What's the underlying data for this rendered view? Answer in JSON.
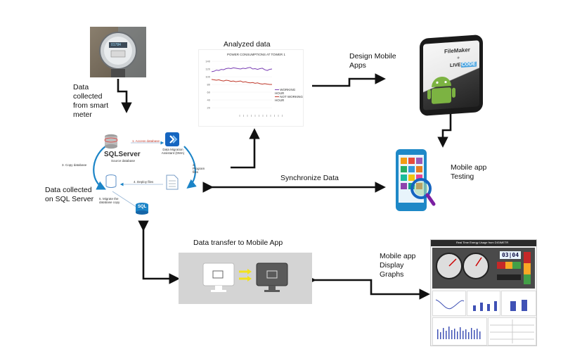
{
  "labels": {
    "smart_meter": "Data collected from smart meter",
    "analyzed": "Analyzed data",
    "design_apps": "Design Mobile Apps",
    "mobile_testing": "Mobile app Testing",
    "synchronize": "Synchronize Data",
    "sql_collected": "Data collected on SQL Server",
    "transfer": "Data transfer to Mobile App",
    "display": "Mobile app Display Graphs"
  },
  "chart": {
    "title": "POWER CONSUMPTIONS AT TOWER 1",
    "legend": [
      "WORKING HOUR",
      "NOT WORKING HOUR"
    ]
  },
  "chart_data": {
    "type": "line",
    "title": "POWER CONSUMPTIONS AT TOWER 1",
    "ylim": [
      20,
      140
    ],
    "yticks": [
      "140",
      "120",
      "100",
      "80",
      "60",
      "40",
      "20"
    ],
    "series": [
      {
        "name": "WORKING HOUR",
        "color": "#7b3fb5",
        "values": [
          113,
          114,
          117,
          116,
          119,
          118,
          121,
          122,
          121,
          123,
          122,
          121,
          120,
          122,
          121,
          123,
          124,
          120,
          121,
          119,
          121,
          122,
          118,
          116,
          119,
          120
        ]
      },
      {
        "name": "NOT WORKING HOUR",
        "color": "#c0392b",
        "values": [
          93,
          92,
          91,
          92,
          90,
          89,
          91,
          90,
          88,
          89,
          87,
          88,
          89,
          86,
          87,
          85,
          84,
          85,
          83,
          84,
          82,
          81,
          82,
          81,
          80,
          80
        ]
      }
    ]
  },
  "sql": {
    "brand": "SQLServer",
    "source": "Source database",
    "step1": "1. Access database",
    "step2": "2. Program files",
    "step3": "3. Copy database",
    "step4": "4. Deploy files",
    "step5": "5. Migrate the database copy",
    "migration": "Data Migration Assistant (DMA)",
    "badge": "SQL"
  },
  "filemaker": {
    "brand": "FileMaker",
    "plus": "+",
    "livecode_a": "LIVE",
    "livecode_b": "CODE"
  },
  "meter": {
    "reading": "01784"
  },
  "dashboard": {
    "title": "Real Time Energy Usage from DIGIMETR",
    "digital": "03|04"
  },
  "colors": {
    "arrow": "#111111",
    "transfer_bg": "#d4d4d4",
    "yellow_arrow": "#f2e21c",
    "sql_blue": "#1b84c7"
  }
}
